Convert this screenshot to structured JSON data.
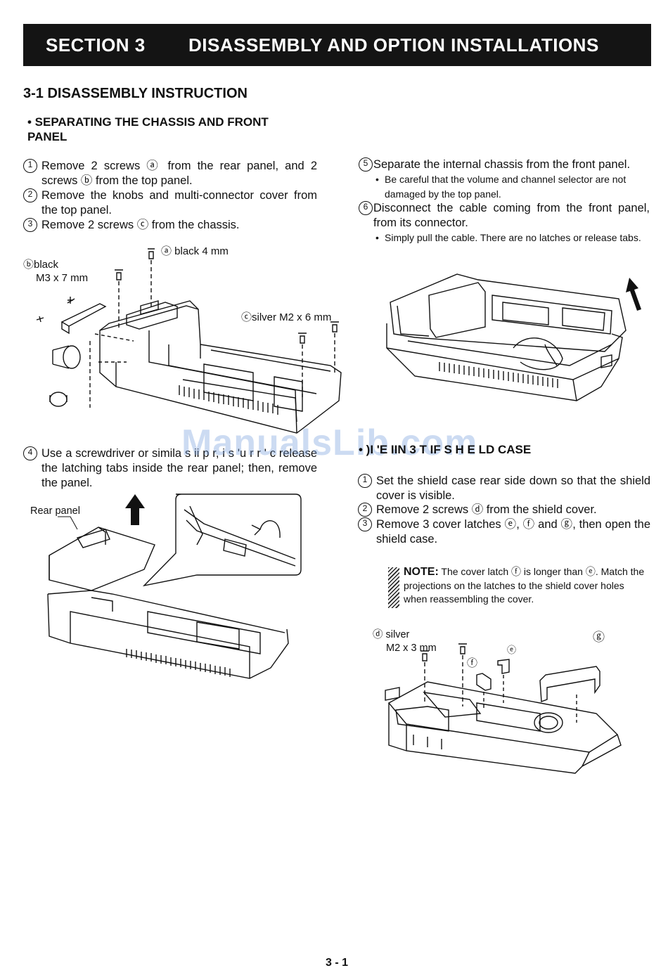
{
  "banner": {
    "section": "SECTION 3",
    "title": "DISASSEMBLY AND OPTION INSTALLATIONS"
  },
  "heading": "3-1 DISASSEMBLY INSTRUCTION",
  "left_col": {
    "subheading": "• SEPARATING THE CHASSIS AND FRONT PANEL",
    "steps": [
      {
        "num": "1",
        "text": "Remove 2 screws ⓐ from the rear panel, and 2 screws ⓑ from the top panel."
      },
      {
        "num": "2",
        "text": "Remove the knobs and multi-connector cover from the top panel."
      },
      {
        "num": "3",
        "text": "Remove 2 screws ⓒ from the chassis."
      },
      {
        "num": "4",
        "text": "Use a screwdriver or simila  s  ii p  r,  i  s  'u  r  r  '  c release the latching tabs inside the rear panel; then, remove the panel."
      }
    ],
    "fig1_labels": {
      "a": "ⓐ black 4 mm",
      "b1": "ⓑblack",
      "b2": "M3 x 7 mm",
      "c": "ⓒsilver M2 x 6 mm"
    },
    "fig3_label": "Rear panel"
  },
  "right_col": {
    "steps": [
      {
        "num": "5",
        "text": "Separate the internal chassis from the front panel."
      },
      {
        "num": "6",
        "text": "Disconnect the cable coming from the front panel, from its connector."
      }
    ],
    "subs": [
      "Be careful that the volume and channel selector are not damaged by the top panel.",
      "Simply pull the cable. There are no latches or release tabs."
    ],
    "subheading": "• )I 'E  IIN  3 T  IF  S  H  E  LD CASE",
    "shield_steps": [
      {
        "num": "1",
        "text": "Set the shield case rear side down so that the shield cover is visible."
      },
      {
        "num": "2",
        "text": "Remove 2 screws ⓓ from the shield cover."
      },
      {
        "num": "3",
        "text": "Remove 3 cover latches ⓔ, ⓕ and ⓖ, then open the shield case."
      }
    ],
    "note": {
      "label": "NOTE:",
      "text": " The cover latch ⓕ is longer than ⓔ. Match the projections on the latches to the shield cover holes when reassembling the cover."
    },
    "fig4_labels": {
      "d1": "ⓓ silver",
      "d2": "M2 x 3 mm",
      "e": "ⓔ",
      "f": "ⓕ",
      "g": "ⓖ"
    }
  },
  "watermark": "ManualsLib.com",
  "page_number": "3 - 1"
}
